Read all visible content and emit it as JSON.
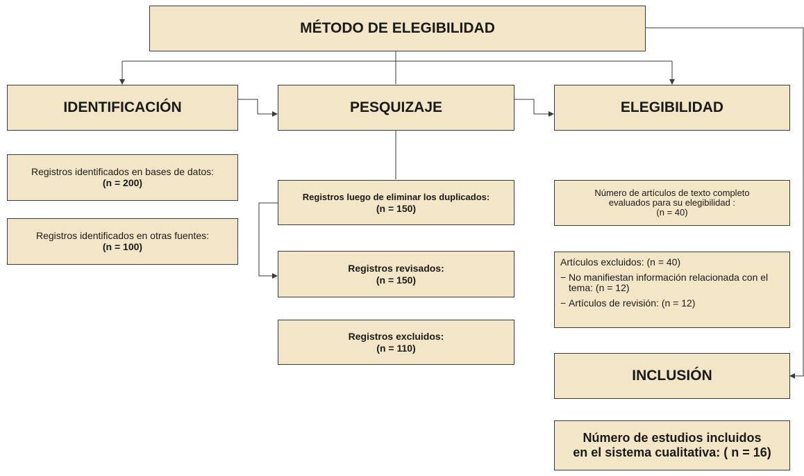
{
  "method": {
    "title": "MÉTODO DE ELEGIBILIDAD"
  },
  "identification": {
    "title": "IDENTIFICACIÓN",
    "databases": {
      "label": "Registros identificados en bases de datos:",
      "count": "(n = 200)"
    },
    "other_sources": {
      "label": "Registros identificados en otras fuentes:",
      "count": "(n = 100)"
    }
  },
  "screening": {
    "title": "PESQUIZAJE",
    "after_duplicates": {
      "label": "Registros luego de eliminar los duplicados:",
      "count": "(n = 150)"
    },
    "reviewed": {
      "label": "Registros revisados:",
      "count": "(n = 150)"
    },
    "excluded": {
      "label": "Registros excluidos:",
      "count": "(n = 110)"
    }
  },
  "eligibility": {
    "title": "ELEGIBILIDAD",
    "fulltext": {
      "line1": "Número de artículos de texto completo",
      "line2": "evaluados para su elegibilidad :",
      "count": "(n = 40)"
    },
    "excluded": {
      "header": "Artículos excluidos: (n = 40)",
      "items": [
        {
          "dash": "−",
          "text": "No manifiestan información relacionada con el tema: (n = 12)"
        },
        {
          "dash": "−",
          "text": "Artículos de revisión: (n = 12)"
        }
      ]
    }
  },
  "inclusion": {
    "title": "INCLUSIÓN",
    "line1": "Número de estudios incluidos",
    "line2": "en el sistema cualitativa: ( n = 16)"
  },
  "colors": {
    "box_fill": "#f3e6c6",
    "border": "#3a3a3a"
  }
}
